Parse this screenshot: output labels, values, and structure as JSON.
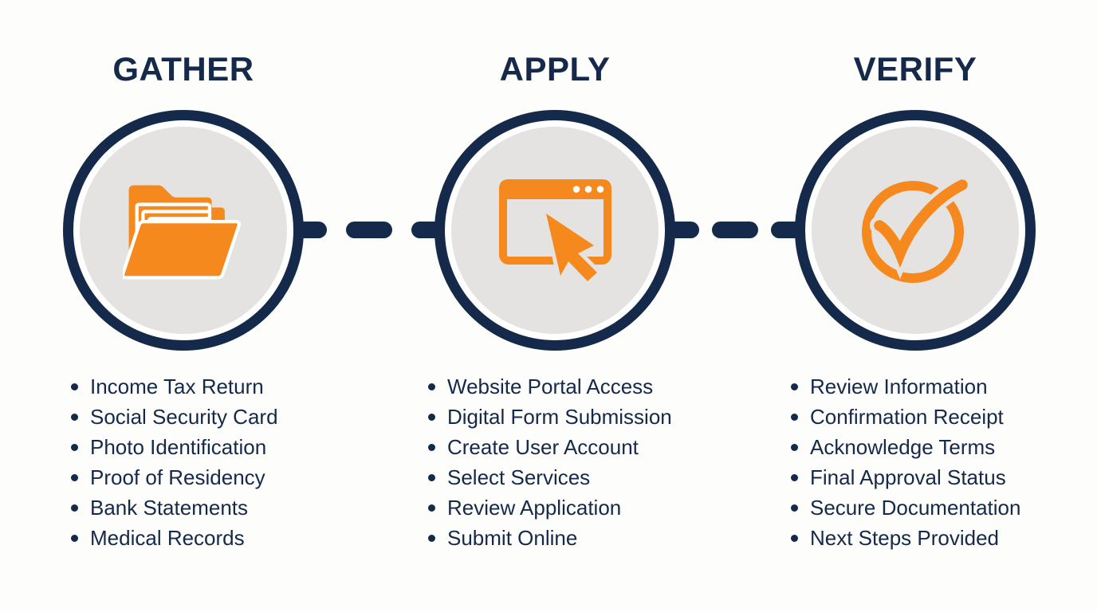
{
  "colors": {
    "navy": "#15294B",
    "orange": "#F6891E",
    "circle_fill": "#E4E3E1",
    "page_bg": "#FDFDFB"
  },
  "steps": [
    {
      "title": "GATHER",
      "icon": "folder-documents-icon",
      "items": [
        "Income Tax Return",
        "Social Security Card",
        "Photo Identification",
        "Proof of Residency",
        "Bank Statements",
        "Medical Records"
      ]
    },
    {
      "title": "APPLY",
      "icon": "browser-cursor-icon",
      "items": [
        "Website Portal Access",
        "Digital Form Submission",
        "Create User Account",
        "Select Services",
        "Review Application",
        "Submit Online"
      ]
    },
    {
      "title": "VERIFY",
      "icon": "check-circle-icon",
      "items": [
        "Review Information",
        "Confirmation Receipt",
        "Acknowledge Terms",
        "Final Approval Status",
        "Secure Documentation",
        "Next Steps Provided"
      ]
    }
  ]
}
